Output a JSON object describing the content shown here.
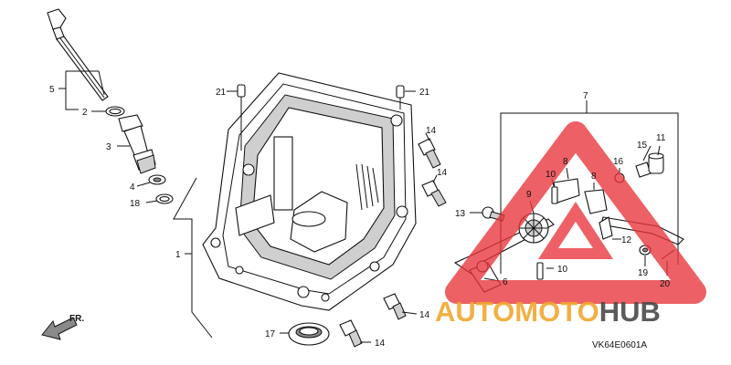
{
  "diagram": {
    "code": "VK64E0601A",
    "direction_label": "FR.",
    "callouts": [
      {
        "id": "c5",
        "text": "5"
      },
      {
        "id": "c2",
        "text": "2"
      },
      {
        "id": "c3",
        "text": "3"
      },
      {
        "id": "c4",
        "text": "4"
      },
      {
        "id": "c18",
        "text": "18"
      },
      {
        "id": "c1",
        "text": "1"
      },
      {
        "id": "c21a",
        "text": "21"
      },
      {
        "id": "c21b",
        "text": "21"
      },
      {
        "id": "c14a",
        "text": "14"
      },
      {
        "id": "c14b",
        "text": "14"
      },
      {
        "id": "c14c",
        "text": "14"
      },
      {
        "id": "c14d",
        "text": "14"
      },
      {
        "id": "c13",
        "text": "13"
      },
      {
        "id": "c17",
        "text": "17"
      },
      {
        "id": "c7",
        "text": "7"
      },
      {
        "id": "c15",
        "text": "15"
      },
      {
        "id": "c11",
        "text": "11"
      },
      {
        "id": "c16",
        "text": "16"
      },
      {
        "id": "c8a",
        "text": "8"
      },
      {
        "id": "c8b",
        "text": "8"
      },
      {
        "id": "c10a",
        "text": "10"
      },
      {
        "id": "c10b",
        "text": "10"
      },
      {
        "id": "c9",
        "text": "9"
      },
      {
        "id": "c12",
        "text": "12"
      },
      {
        "id": "c19",
        "text": "19"
      },
      {
        "id": "c20",
        "text": "20"
      },
      {
        "id": "c6",
        "text": "6"
      }
    ]
  },
  "watermark": {
    "word_part1": "AUTO",
    "word_part2": "MOTO",
    "word_part3": "HUB",
    "color_red": "#e8343a",
    "color_orange": "#f0a830",
    "color_dark": "#4a4a4a"
  }
}
